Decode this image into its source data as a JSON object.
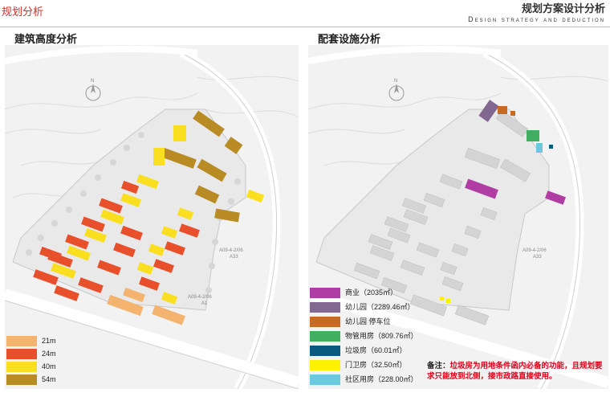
{
  "header": {
    "section_tag": "规划分析",
    "title": "规划方案设计分析",
    "subtitle": "Design strategy and deduction"
  },
  "panels": {
    "left_title": "建筑高度分析",
    "right_title": "配套设施分析"
  },
  "map_labels": {
    "north": "N",
    "parcel_a": "A09-4-2/06",
    "parcel_a_sub": "A33",
    "parcel_b": "A09-4-2/06",
    "parcel_b_sub": "A1"
  },
  "colors": {
    "h21": "#f4b36e",
    "h24": "#e8502b",
    "h40": "#f9df20",
    "h54": "#b88b24",
    "commerce": "#b03da3",
    "kindergarten": "#826890",
    "kindergarten_parking": "#c66a24",
    "property": "#40b060",
    "garbage": "#0a5a80",
    "guard": "#fff200",
    "community": "#6cc8dc"
  },
  "height_legend": [
    {
      "label": "21m",
      "color": "#f4b36e"
    },
    {
      "label": "24m",
      "color": "#e8502b"
    },
    {
      "label": "40m",
      "color": "#f9df20"
    },
    {
      "label": "54m",
      "color": "#b88b24"
    }
  ],
  "facility_legend": [
    {
      "label": "商业（2035㎡）",
      "color": "#b03da3"
    },
    {
      "label": "幼儿园（2289.46㎡）",
      "color": "#826890"
    },
    {
      "label": "幼儿园 停车位",
      "color": "#c66a24"
    },
    {
      "label": "物管用房（809.76㎡）",
      "color": "#40b060"
    },
    {
      "label": "垃圾房（60.01㎡）",
      "color": "#0a5a80"
    },
    {
      "label": "门卫房（32.50㎡）",
      "color": "#fff200"
    },
    {
      "label": "社区用房（228.00㎡）",
      "color": "#6cc8dc"
    }
  ],
  "note": {
    "prefix": "备注：",
    "text": "垃圾房为用地条件函内必备的功能，且规划要求只能放到北侧，接市政路直接使用。"
  }
}
